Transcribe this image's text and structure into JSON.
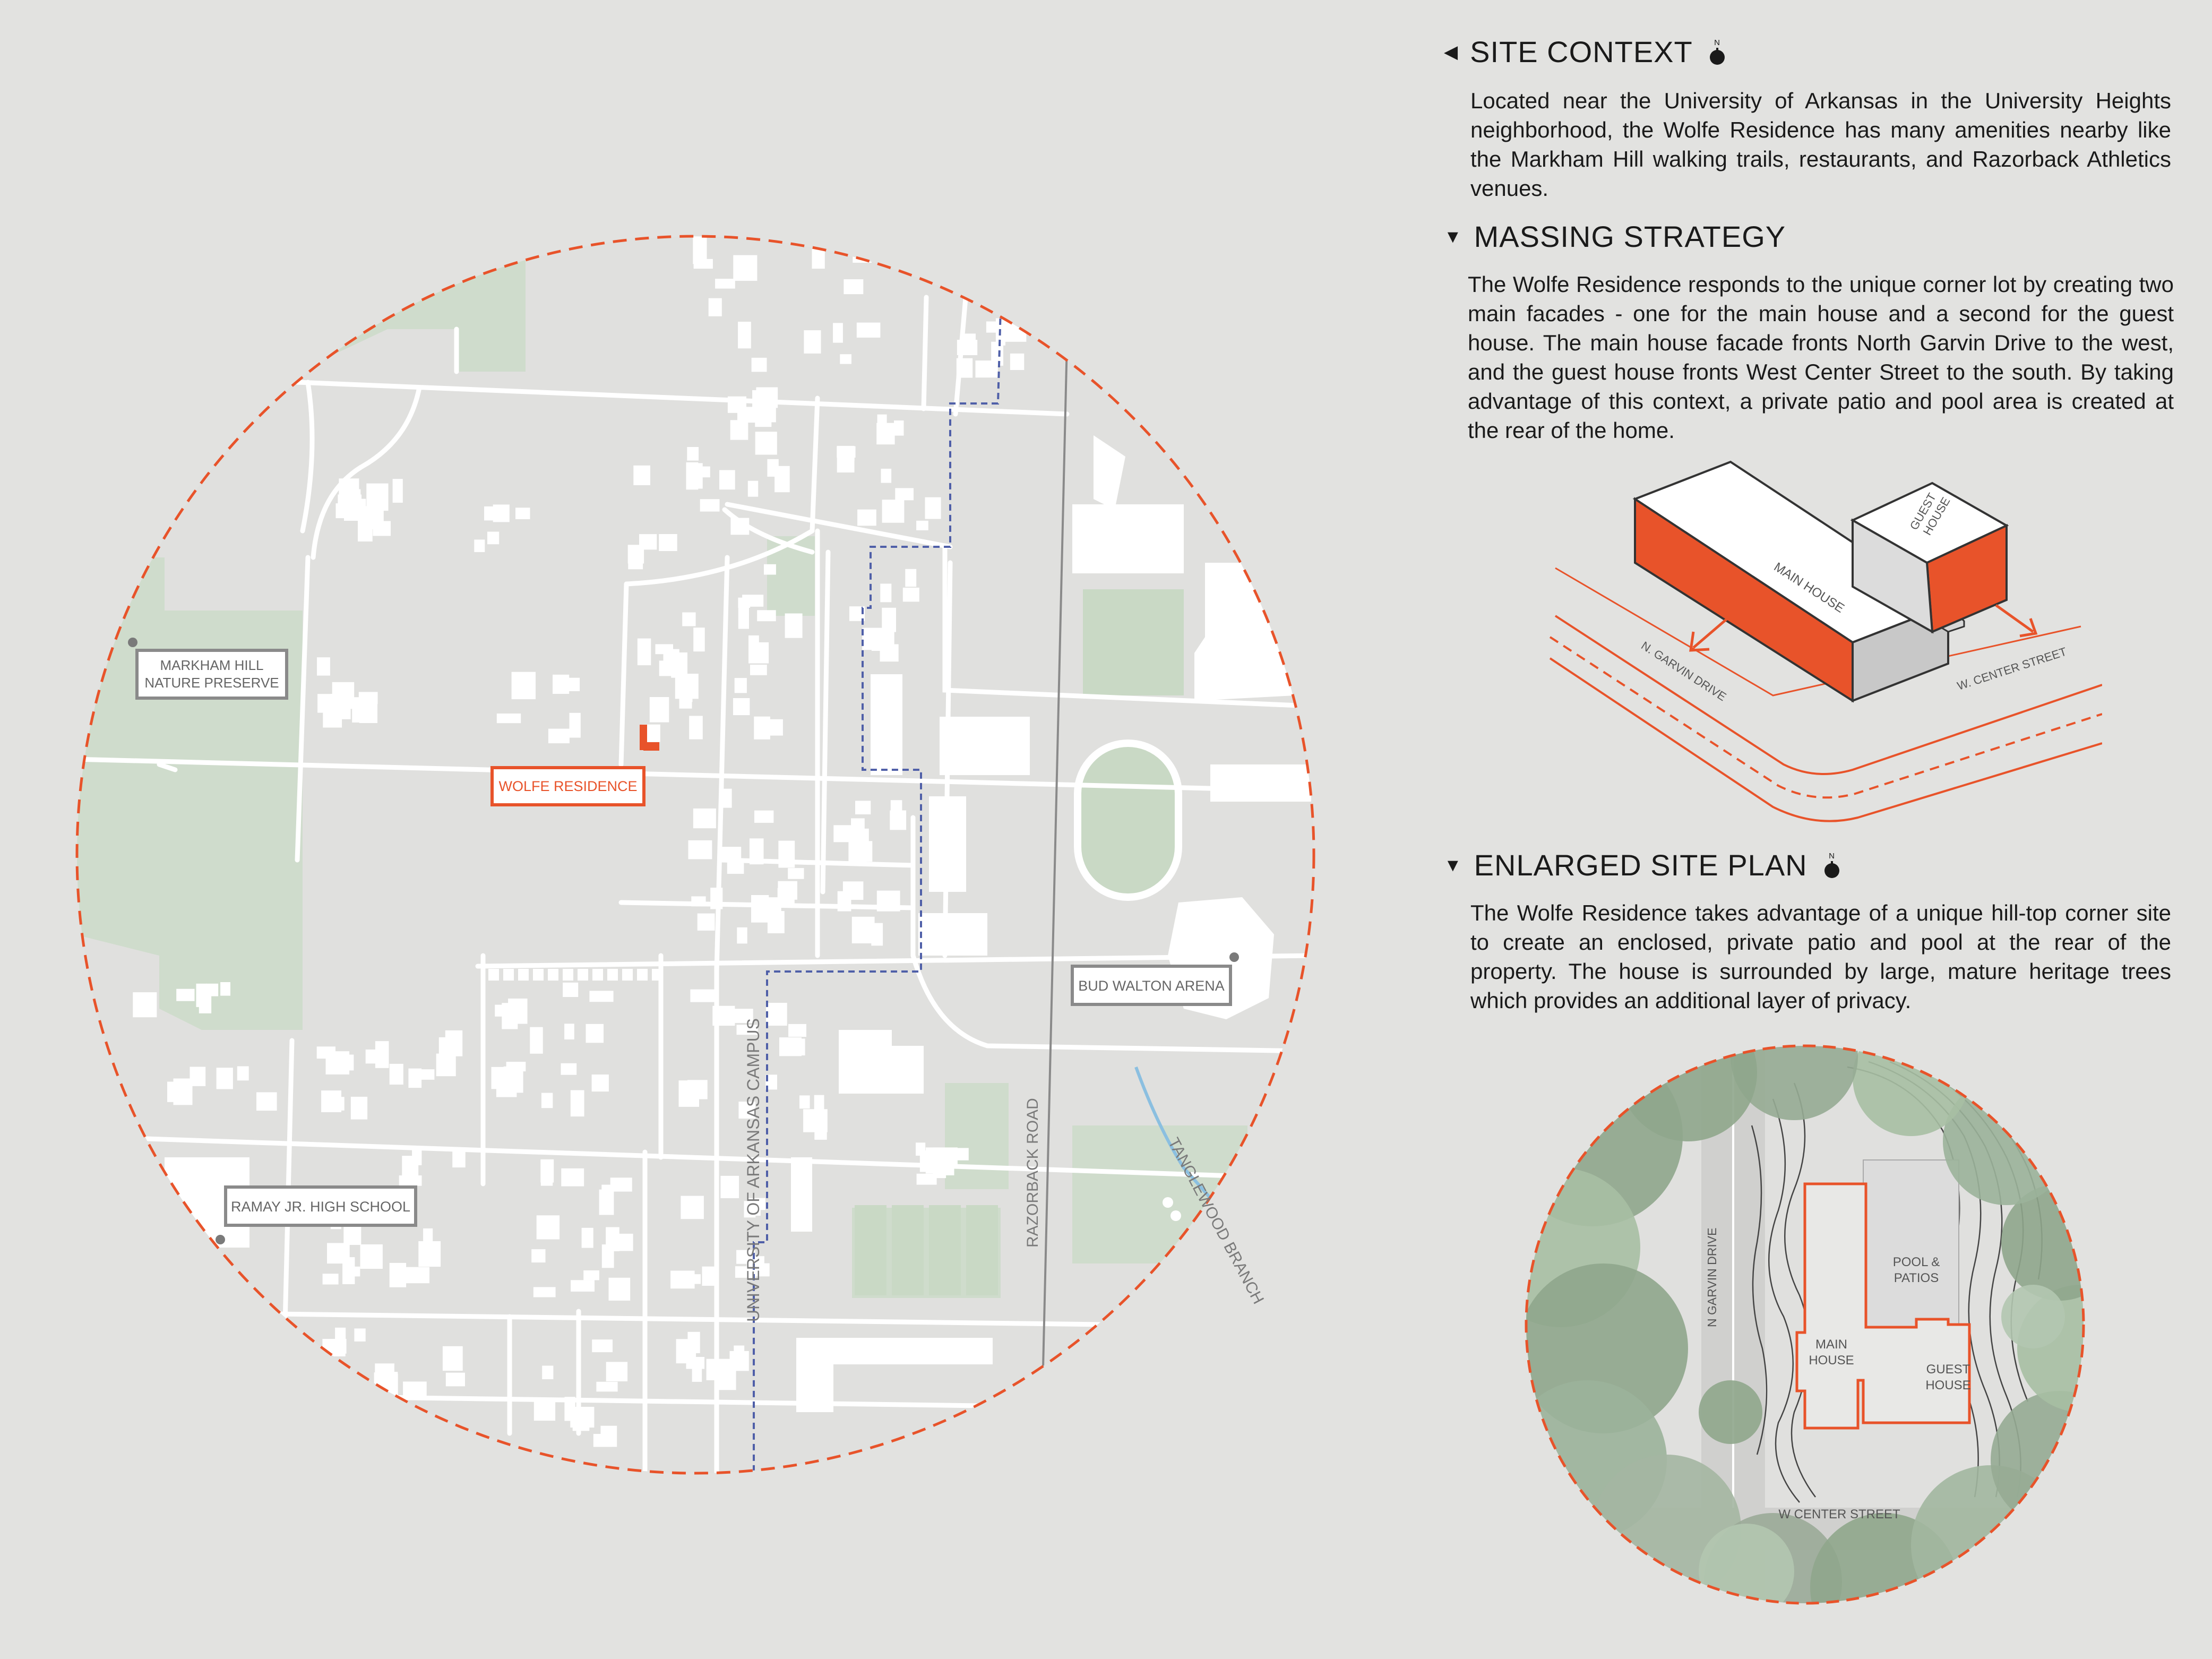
{
  "site_context": {
    "heading": "SITE CONTEXT",
    "body": "Located near the University of Arkansas in the University Heights neighborhood, the Wolfe Residence has many amenities nearby like the Markham Hill walking trails, restaurants, and Razorback Athletics venues."
  },
  "massing_strategy": {
    "heading": "MASSING STRATEGY",
    "body": "The Wolfe Residence responds to the unique corner lot by creating two main facades - one for the main house and a second for the guest house. The main house facade fronts North Garvin Drive to the west, and the guest house fronts West Center Street to the south. By taking advantage of this context, a private patio and pool area is created at the rear of the home.",
    "labels": {
      "main_house": "MAIN HOUSE",
      "guest_house_line1": "GUEST",
      "guest_house_line2": "HOUSE",
      "garvin": "N. GARVIN DRIVE",
      "center": "W. CENTER STREET"
    }
  },
  "enlarged_site_plan": {
    "heading": "ENLARGED SITE PLAN",
    "body": "The Wolfe Residence takes advantage of a unique hill-top corner site to create an enclosed, private patio and pool at the rear of the property. The house is surrounded by large, mature heritage trees which provides an additional layer of privacy.",
    "labels": {
      "pool_line1": "POOL &",
      "pool_line2": "PATIOS",
      "main_line1": "MAIN",
      "main_line2": "HOUSE",
      "guest_line1": "GUEST",
      "guest_line2": "HOUSE",
      "garvin": "N GARVIN DRIVE",
      "center": "W CENTER STREET"
    }
  },
  "north_symbol": "N",
  "map": {
    "markham_line1": "MARKHAM HILL",
    "markham_line2": "NATURE PRESERVE",
    "wolfe": "WOLFE RESIDENCE",
    "bud_walton": "BUD WALTON ARENA",
    "ramay": "RAMAY JR. HIGH SCHOOL",
    "campus": "UNIVERSITY OF ARKANSAS CAMPUS",
    "razorback": "RAZORBACK ROAD",
    "tanglewood": "TANGLEWOOD BRANCH"
  },
  "colors": {
    "accent": "#e8532a",
    "background": "#e2e2e0",
    "green": "#cfdccc",
    "stream": "#8bbfe0",
    "campus_line": "#4f5fa8"
  }
}
